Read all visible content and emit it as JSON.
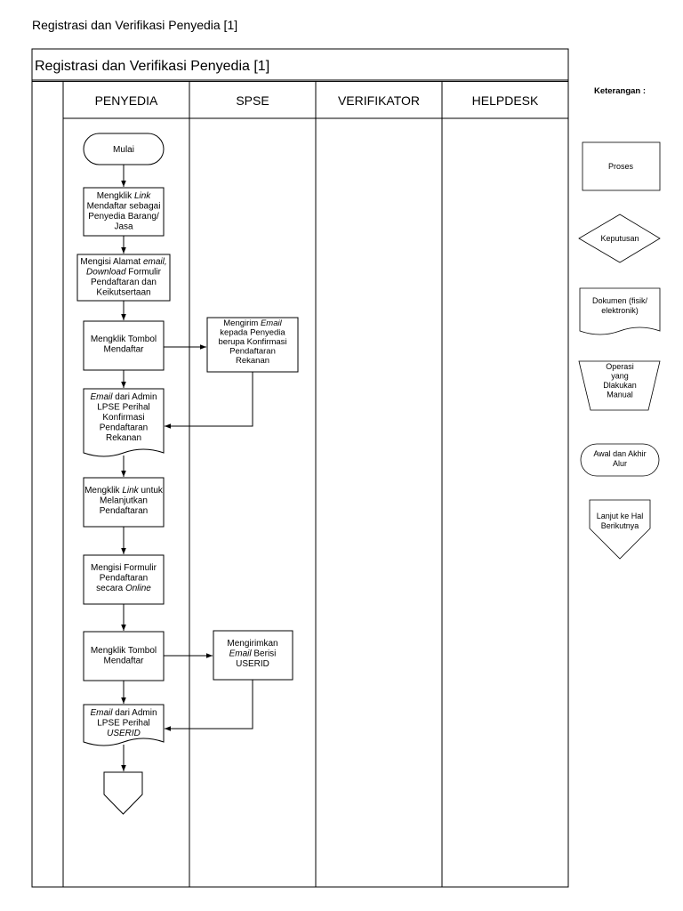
{
  "page_title": "Registrasi dan Verifikasi Penyedia [1]",
  "diagram": {
    "title": "Registrasi dan Verifikasi Penyedia [1]",
    "lanes": [
      "PENYEDIA",
      "SPSE",
      "VERIFIKATOR",
      "HELPDESK"
    ],
    "nodes": {
      "start": [
        [
          "Mulai"
        ]
      ],
      "p1": [
        [
          "Mengklik ",
          {
            "t": "Link",
            "i": true
          }
        ],
        [
          "Mendaftar sebagai"
        ],
        [
          "Penyedia Barang/"
        ],
        [
          "Jasa"
        ]
      ],
      "p2": [
        [
          "Mengisi Alamat ",
          {
            "t": "email,",
            "i": true
          }
        ],
        [
          {
            "t": "Download",
            "i": true
          },
          " Formulir"
        ],
        [
          "Pendaftaran dan"
        ],
        [
          "Keikutsertaan"
        ]
      ],
      "p3": [
        [
          "Mengklik Tombol"
        ],
        [
          "Mendaftar"
        ]
      ],
      "s1": [
        [
          "Mengirim ",
          {
            "t": "Email",
            "i": true
          }
        ],
        [
          "kepada Penyedia"
        ],
        [
          "berupa Konfirmasi"
        ],
        [
          "Pendaftaran"
        ],
        [
          "Rekanan"
        ]
      ],
      "d1": [
        [
          {
            "t": "Email",
            "i": true
          },
          " dari Admin"
        ],
        [
          "LPSE Perihal"
        ],
        [
          "Konfirmasi"
        ],
        [
          "Pendaftaran"
        ],
        [
          "Rekanan"
        ]
      ],
      "p4": [
        [
          "Mengklik ",
          {
            "t": "Link",
            "i": true
          },
          " untuk"
        ],
        [
          "Melanjutkan"
        ],
        [
          "Pendaftaran"
        ]
      ],
      "p5": [
        [
          "Mengisi Formulir"
        ],
        [
          "Pendaftaran"
        ],
        [
          "secara ",
          {
            "t": "Online",
            "i": true
          }
        ]
      ],
      "p6": [
        [
          "Mengklik Tombol"
        ],
        [
          "Mendaftar"
        ]
      ],
      "s2": [
        [
          "Mengirimkan"
        ],
        [
          {
            "t": "Email",
            "i": true
          },
          " Berisi"
        ],
        [
          "USERID"
        ]
      ],
      "d2": [
        [
          {
            "t": "Email",
            "i": true
          },
          " dari Admin"
        ],
        [
          "LPSE Perihal"
        ],
        [
          {
            "t": "USERID",
            "i": true
          }
        ]
      ]
    },
    "legend": {
      "title": "Keterangan :",
      "items": {
        "process": [
          [
            "Proses"
          ]
        ],
        "decision": [
          [
            "Keputusan"
          ]
        ],
        "document": [
          [
            "Dokumen (fisik/"
          ],
          [
            "elektronik)"
          ]
        ],
        "manual": [
          [
            "Operasi"
          ],
          [
            "yang"
          ],
          [
            "Dlakukan"
          ],
          [
            "Manual"
          ]
        ],
        "terminal": [
          [
            "Awal dan Akhir"
          ],
          [
            "Alur"
          ]
        ],
        "offpage": [
          [
            "Lanjut ke Hal"
          ],
          [
            "Berikutnya"
          ]
        ]
      }
    }
  }
}
